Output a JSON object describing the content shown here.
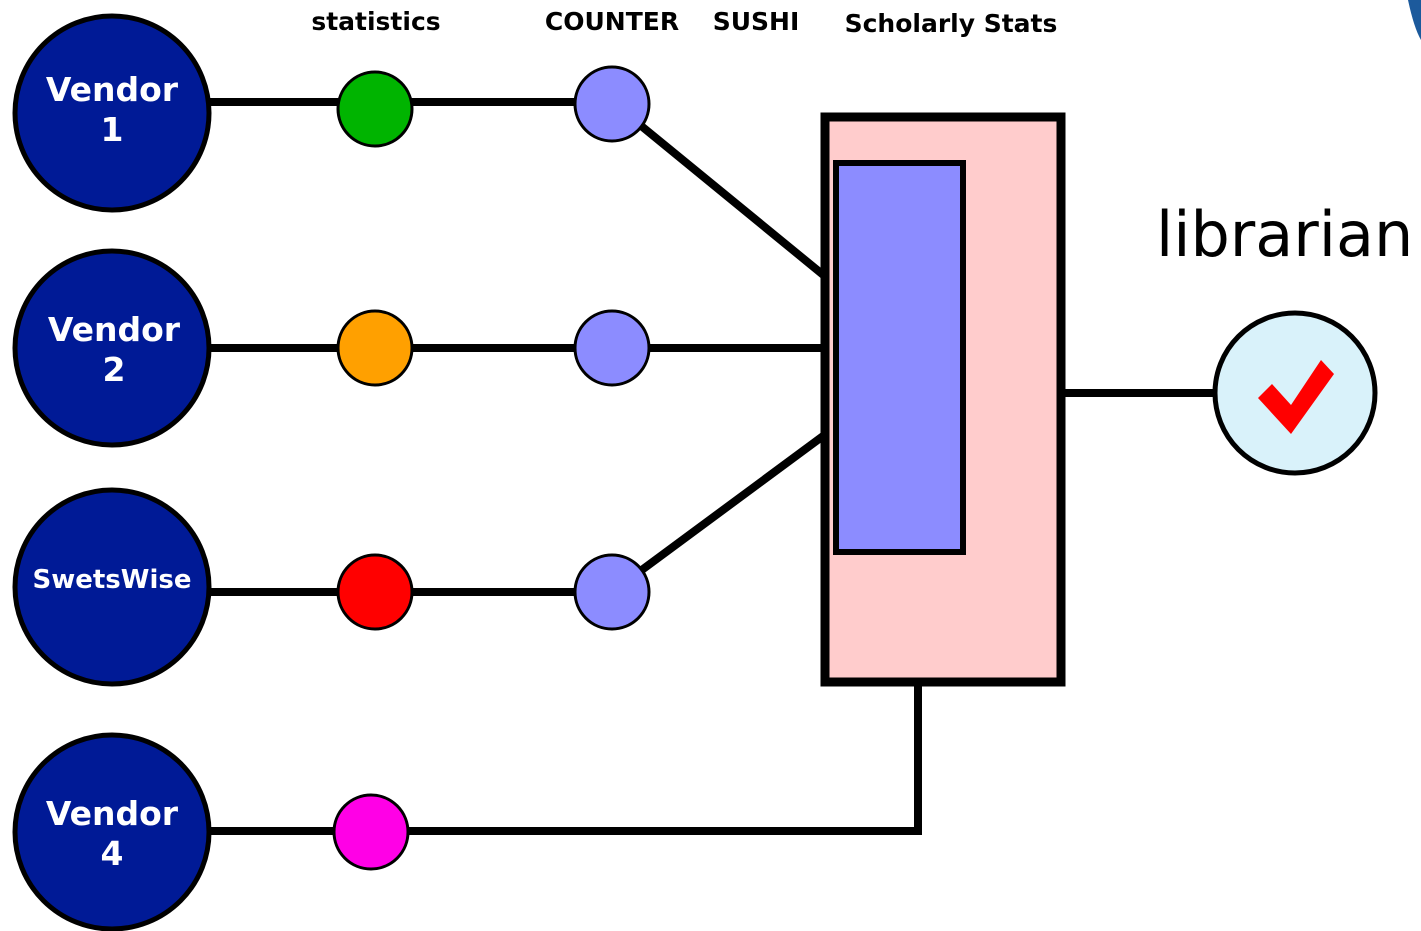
{
  "headers": {
    "statistics": "statistics",
    "counter": "COUNTER",
    "sushi": "SUSHI",
    "scholarly_stats": "Scholarly Stats"
  },
  "vendors": [
    {
      "line1": "Vendor",
      "line2": "1",
      "stat_color": "#00b400"
    },
    {
      "line1": "Vendor",
      "line2": "2",
      "stat_color": "#ffa000"
    },
    {
      "line1": "SwetsWise",
      "line2": "",
      "stat_color": "#ff0000"
    },
    {
      "line1": "Vendor",
      "line2": "4",
      "stat_color": "#ff00e6"
    }
  ],
  "librarian": "librarian",
  "colors": {
    "vendor_fill": "#001a96",
    "counter_node": "#8c8cff",
    "scholarly_box": "#ffcccc",
    "scholarly_inner": "#8c8cff",
    "librarian_circle": "#d9f2fa",
    "check_mark": "#ff0000"
  },
  "icons": {
    "librarian_icon": "checkmark-icon"
  }
}
